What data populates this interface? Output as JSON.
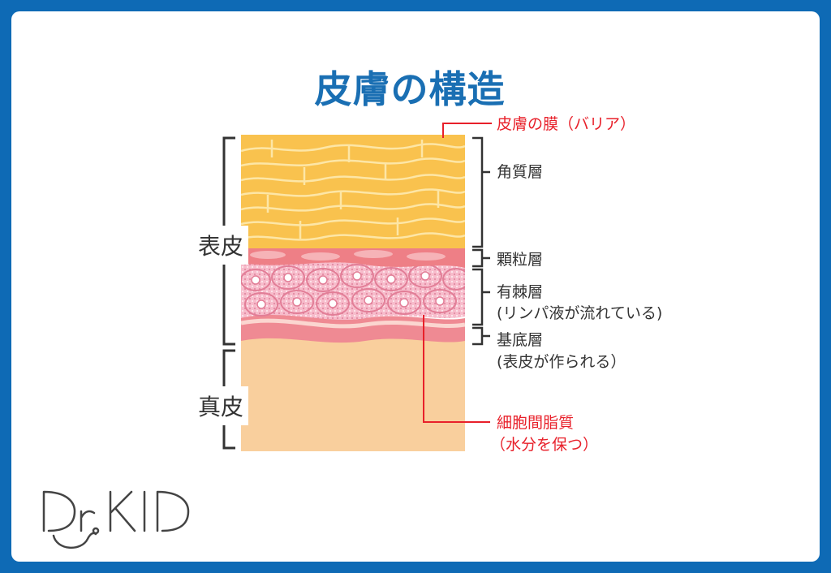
{
  "title": "皮膚の構造",
  "left_labels": {
    "epidermis": "表皮",
    "dermis": "真皮"
  },
  "right_labels": {
    "barrier": "皮膚の膜（バリア）",
    "stratum_corneum": "角質層",
    "stratum_granulosum": "顆粒層",
    "stratum_spinosum": "有棘層",
    "stratum_spinosum_note": "(リンパ液が流れている)",
    "stratum_basale": "基底層",
    "stratum_basale_note": "(表皮が作られる）",
    "intercellular_lipid": "細胞間脂質",
    "intercellular_lipid_note": "（水分を保つ）"
  },
  "logo_text": "Dr.KID",
  "colors": {
    "frame": "#0e6ab5",
    "title": "#1a6fb3",
    "stratum_corneum": "#f9c24e",
    "granular": "#ee7f86",
    "spinous": "#f4aec1",
    "dermis": "#f9cf9d",
    "callout": "#e8202a"
  }
}
